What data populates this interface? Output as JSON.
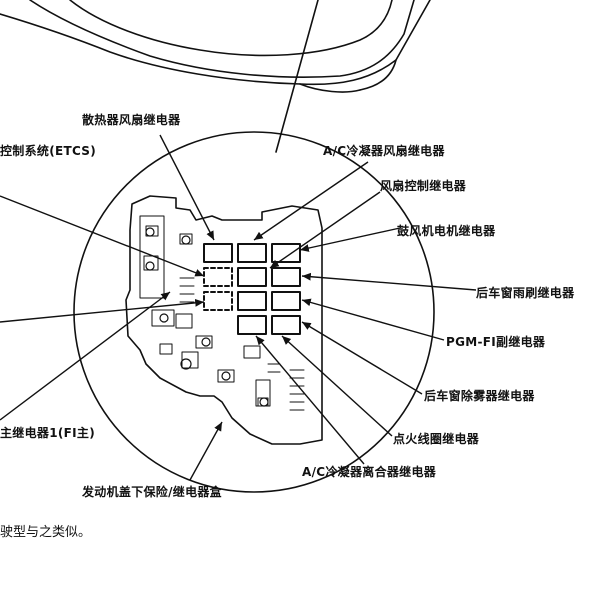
{
  "labels": {
    "radiator_fan_relay": "散热器风扇继电器",
    "etcs": "控制系统(ETCS)",
    "ac_condenser_fan_relay": "A/C冷凝器风扇继电器",
    "fan_control_relay": "风扇控制继电器",
    "blower_motor_relay": "鼓风机电机继电器",
    "rear_wiper_relay": "后车窗雨刷继电器",
    "pgm_fi_sub_relay": "PGM-FI副继电器",
    "rear_defogger_relay": "后车窗除雾器继电器",
    "ignition_coil_relay": "点火线圈继电器",
    "ac_compressor_clutch_relay": "A/C冷凝器离合器继电器",
    "fi_main_relay": "主继电器1(FI主)",
    "underhood_box": "发动机盖下保险/继电器盒"
  },
  "footnote": "驶型与之类似。"
}
